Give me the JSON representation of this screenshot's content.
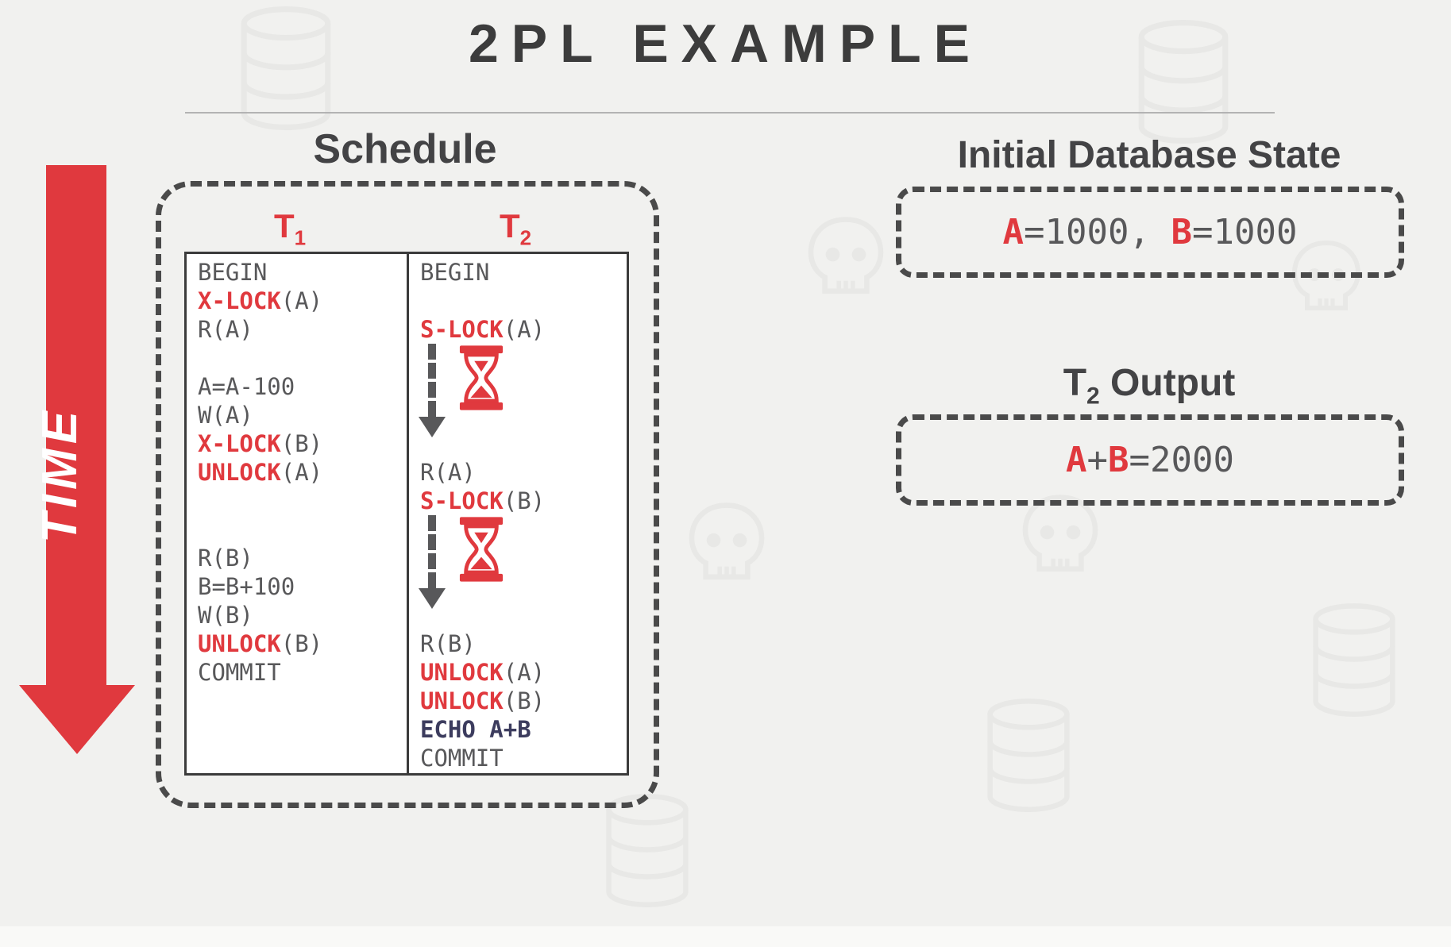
{
  "title": "2PL EXAMPLE",
  "time_label": "TIME",
  "schedule": {
    "heading": "Schedule",
    "col1": {
      "base": "T",
      "sub": "1"
    },
    "col2": {
      "base": "T",
      "sub": "2"
    },
    "t1": [
      {
        "tokens": [
          [
            "BEGIN",
            "plain"
          ]
        ]
      },
      {
        "tokens": [
          [
            "X-LOCK",
            "lock"
          ],
          [
            "(A)",
            "plain"
          ]
        ]
      },
      {
        "tokens": [
          [
            "R(A)",
            "plain"
          ]
        ]
      },
      {
        "tokens": []
      },
      {
        "tokens": [
          [
            "A=A-100",
            "plain"
          ]
        ]
      },
      {
        "tokens": [
          [
            "W(A)",
            "plain"
          ]
        ]
      },
      {
        "tokens": [
          [
            "X-LOCK",
            "lock"
          ],
          [
            "(B)",
            "plain"
          ]
        ]
      },
      {
        "tokens": [
          [
            "UNLOCK",
            "lock"
          ],
          [
            "(A)",
            "plain"
          ]
        ]
      },
      {
        "tokens": []
      },
      {
        "tokens": []
      },
      {
        "tokens": [
          [
            "R(B)",
            "plain"
          ]
        ]
      },
      {
        "tokens": [
          [
            "B=B+100",
            "plain"
          ]
        ]
      },
      {
        "tokens": [
          [
            "W(B)",
            "plain"
          ]
        ]
      },
      {
        "tokens": [
          [
            "UNLOCK",
            "lock"
          ],
          [
            "(B)",
            "plain"
          ]
        ]
      },
      {
        "tokens": [
          [
            "COMMIT",
            "plain"
          ]
        ]
      }
    ],
    "t2": [
      {
        "tokens": [
          [
            "BEGIN",
            "plain"
          ]
        ]
      },
      {
        "tokens": []
      },
      {
        "tokens": [
          [
            "S-LOCK",
            "lock"
          ],
          [
            "(A)",
            "plain"
          ]
        ]
      },
      {
        "wait": true
      },
      {
        "tokens": [
          [
            "R(A)",
            "plain"
          ]
        ]
      },
      {
        "tokens": [
          [
            "S-LOCK",
            "lock"
          ],
          [
            "(B)",
            "plain"
          ]
        ]
      },
      {
        "wait": true
      },
      {
        "tokens": [
          [
            "R(B)",
            "plain"
          ]
        ]
      },
      {
        "tokens": [
          [
            "UNLOCK",
            "lock"
          ],
          [
            "(A)",
            "plain"
          ]
        ]
      },
      {
        "tokens": [
          [
            "UNLOCK",
            "lock"
          ],
          [
            "(B)",
            "plain"
          ]
        ]
      },
      {
        "tokens": [
          [
            "ECHO A+B",
            "echo"
          ]
        ]
      },
      {
        "tokens": [
          [
            "COMMIT",
            "plain"
          ]
        ]
      }
    ]
  },
  "initial_state": {
    "heading": "Initial Database State",
    "tokens": [
      [
        "A",
        "accent"
      ],
      [
        "=1000, ",
        "plain"
      ],
      [
        "B",
        "accent"
      ],
      [
        "=1000",
        "plain"
      ]
    ]
  },
  "t2_output": {
    "heading": {
      "base": "T",
      "sub": "2",
      "rest": " Output"
    },
    "tokens": [
      [
        "A",
        "accent"
      ],
      [
        "+",
        "plain"
      ],
      [
        "B",
        "accent"
      ],
      [
        "=2000",
        "plain"
      ]
    ]
  },
  "colors": {
    "accent": "#e0393e",
    "text": "#58585a",
    "echo": "#3c3c5e",
    "frame": "#4a4a4a",
    "heading": "#434345",
    "bg": "#f1f1ef"
  }
}
